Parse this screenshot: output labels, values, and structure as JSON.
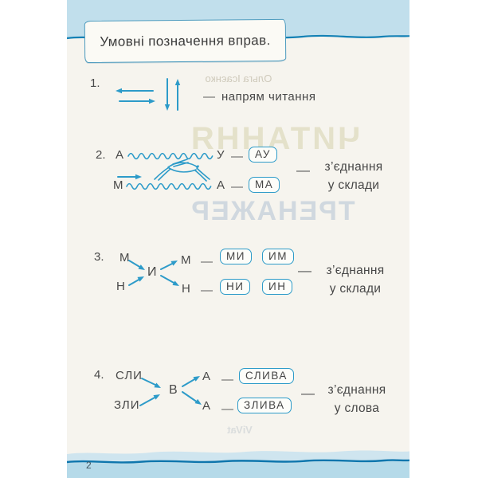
{
  "title": "Умовні позначення вправ.",
  "page_number": "2",
  "glyphs": {
    "dash": "—"
  },
  "showthrough": {
    "author": "Ольга Ісаєнко",
    "cover_line1": "ЧИТАННЯ",
    "cover_line2": "ТРЕНАЖЕР",
    "publisher": "ViVat"
  },
  "items": [
    {
      "number": "1.",
      "label": "напрям читання"
    },
    {
      "number": "2.",
      "rows": [
        {
          "left": "А",
          "right": "У",
          "result": "АУ"
        },
        {
          "left": "М",
          "right": "А",
          "result": "МА"
        }
      ],
      "label_line1": "з’єднання",
      "label_line2": "у склади"
    },
    {
      "number": "3.",
      "left_top": "М",
      "left_bottom": "Н",
      "center": "И",
      "right_top": "М",
      "right_bottom": "Н",
      "results_top": [
        "МИ",
        "ИМ"
      ],
      "results_bottom": [
        "НИ",
        "ИН"
      ],
      "label_line1": "з’єднання",
      "label_line2": "у склади"
    },
    {
      "number": "4.",
      "left_top": "СЛИ",
      "left_bottom": "ЗЛИ",
      "center": "В",
      "right_top": "А",
      "right_bottom": "А",
      "result_top": "СЛИВА",
      "result_bottom": "ЗЛИВА",
      "label_line1": "з’єднання",
      "label_line2": "у слова"
    }
  ],
  "colors": {
    "ink_blue": "#2d9bc9",
    "band_fill": "#c1dfec",
    "band_line": "#1381b5",
    "text_dark": "#464646",
    "paper": "#f6f4ee"
  }
}
